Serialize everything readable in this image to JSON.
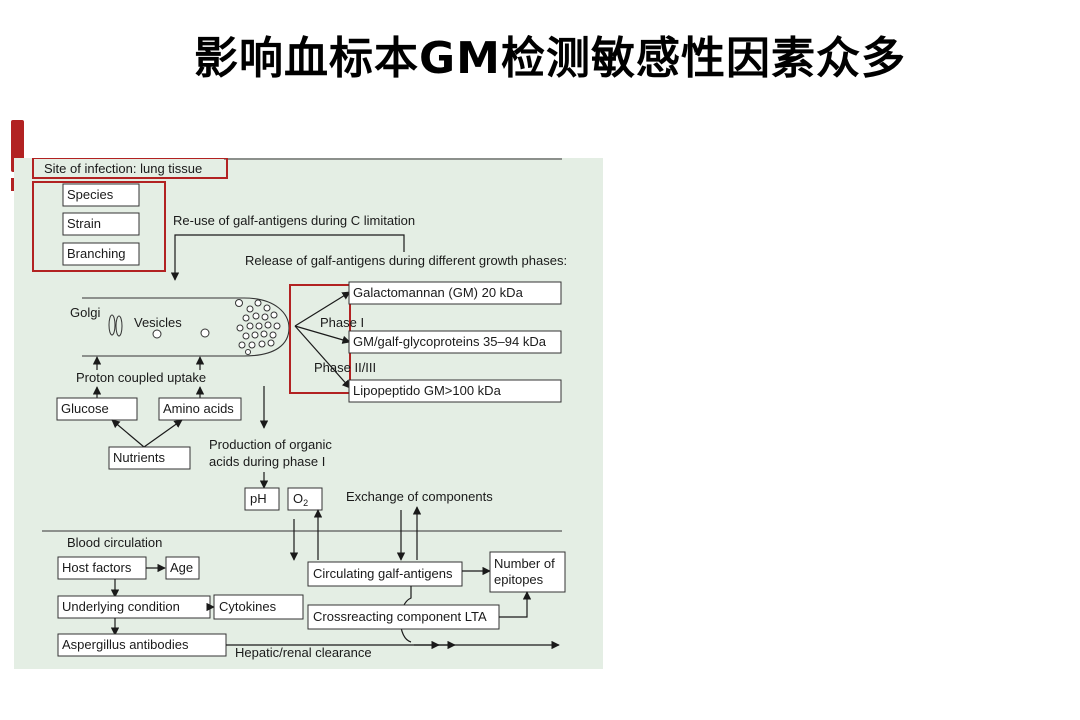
{
  "title": "影响血标本GM检测敏感性因素众多",
  "accent_color": "#b22222",
  "panel_color": "#e4eee4",
  "warning_glyph": "!",
  "labels": {
    "site": "Site of infection: lung tissue",
    "species": "Species",
    "strain": "Strain",
    "branching": "Branching",
    "reuse": "Re-use of galf-antigens during C limitation",
    "release": "Release of galf-antigens during different growth phases:",
    "golgi": "Golgi",
    "vesicles": "Vesicles",
    "gm": "Galactomannan (GM) 20 kDa",
    "phase1": "Phase I",
    "gm_glyco": "GM/galf-glycoproteins 35–94 kDa",
    "phase23": "Phase II/III",
    "lipo": "Lipopeptido GM>100 kDa",
    "proton": "Proton coupled uptake",
    "glucose": "Glucose",
    "amino": "Amino acids",
    "nutrients": "Nutrients",
    "organic1": "Production of organic",
    "organic2": "acids during phase I",
    "ph": "pH",
    "o2": "O",
    "o2_sub": "2",
    "exchange": "Exchange of components",
    "blood": "Blood circulation",
    "host": "Host factors",
    "age": "Age",
    "circulating": "Circulating galf-antigens",
    "epitopes1": "Number of",
    "epitopes2": "epitopes",
    "underlying": "Underlying condition",
    "cytokines": "Cytokines",
    "crossreacting": "Crossreacting component LTA",
    "aspergillus": "Aspergillus antibodies",
    "clearance": "Hepatic/renal clearance"
  }
}
